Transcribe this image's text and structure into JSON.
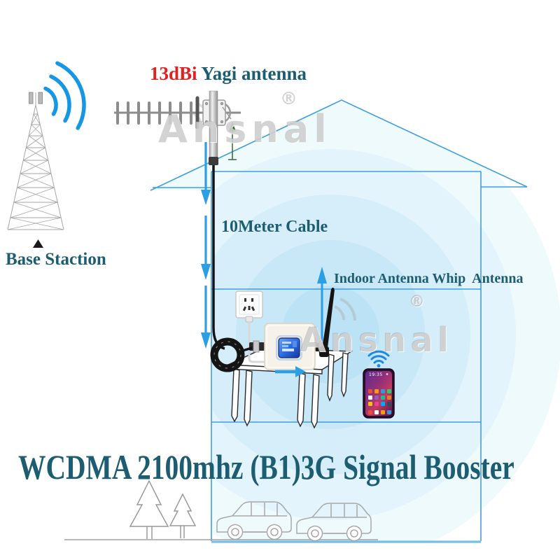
{
  "title": "WCDMA 2100mhz (B1)3G Signal Booster",
  "labels": {
    "yagi_gain": "13dBi",
    "yagi_name": " Yagi antenna",
    "base_station": "Base Staction",
    "cable_length": "10Meter Cable",
    "indoor_antenna": "Indoor Antenna Whip  Antenna",
    "phone_time": "19:35"
  },
  "watermark": {
    "brand": "Ansnal",
    "registered": "®"
  },
  "icons": {
    "tower_signal": "signal-arcs-icon",
    "phone_wifi": "wifi-icon",
    "base_marker": "triangle-up-icon"
  },
  "colors": {
    "label_teal": "#1d5d72",
    "gain_red": "#e02121",
    "signal_blue": "#1697e6",
    "house_line": "#3e9fdc",
    "house_bottom": "#74bfe8",
    "arrow_blue": "#2b9fe5",
    "dimension_green": "#2e6b2e",
    "cable_black": "#141414",
    "device_body": "#f6f2e9",
    "screen_blue": "#2a6de0",
    "phone_gradient": [
      "#5b2d8f",
      "#8f2f7a",
      "#c13a60",
      "#6e1f55"
    ],
    "signal_rings": [
      "#bce2f5",
      "#c8e7f7",
      "#d6eefa",
      "#e4f4fc",
      "#effafd"
    ],
    "outline_gray": "#a6a6a6"
  }
}
